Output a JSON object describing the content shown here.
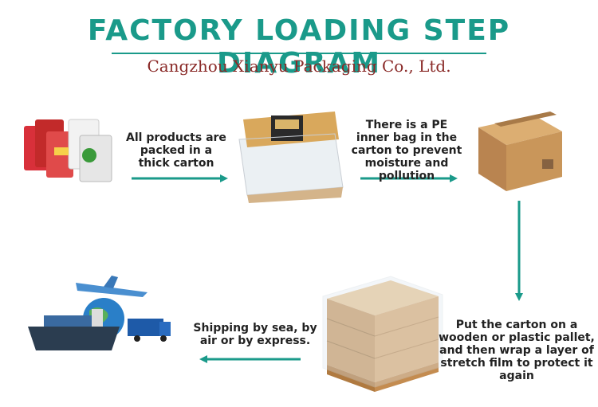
{
  "header": {
    "title": "FACTORY LOADING STEP DIAGRAM",
    "subtitle": "Cangzhou Xianyu Packaging Co., Ltd."
  },
  "steps": [
    {
      "caption": "All products are packed in a thick carton",
      "image": "product-bags"
    },
    {
      "caption": "There is a PE inner bag in the carton to prevent moisture and pollution",
      "image": "carton-with-pe-bag"
    },
    {
      "caption": "",
      "image": "sealed-carton"
    },
    {
      "caption": "Put the carton on a wooden or plastic pallet, and then wrap a layer of stretch film to protect it again",
      "image": "wrapped-pallet"
    },
    {
      "caption": "Shipping by sea, by air or by express.",
      "image": "shipping-globe"
    }
  ],
  "colors": {
    "accent": "#1a9a8a",
    "subtitle": "#8a2a28",
    "carton": "#c9965a"
  }
}
